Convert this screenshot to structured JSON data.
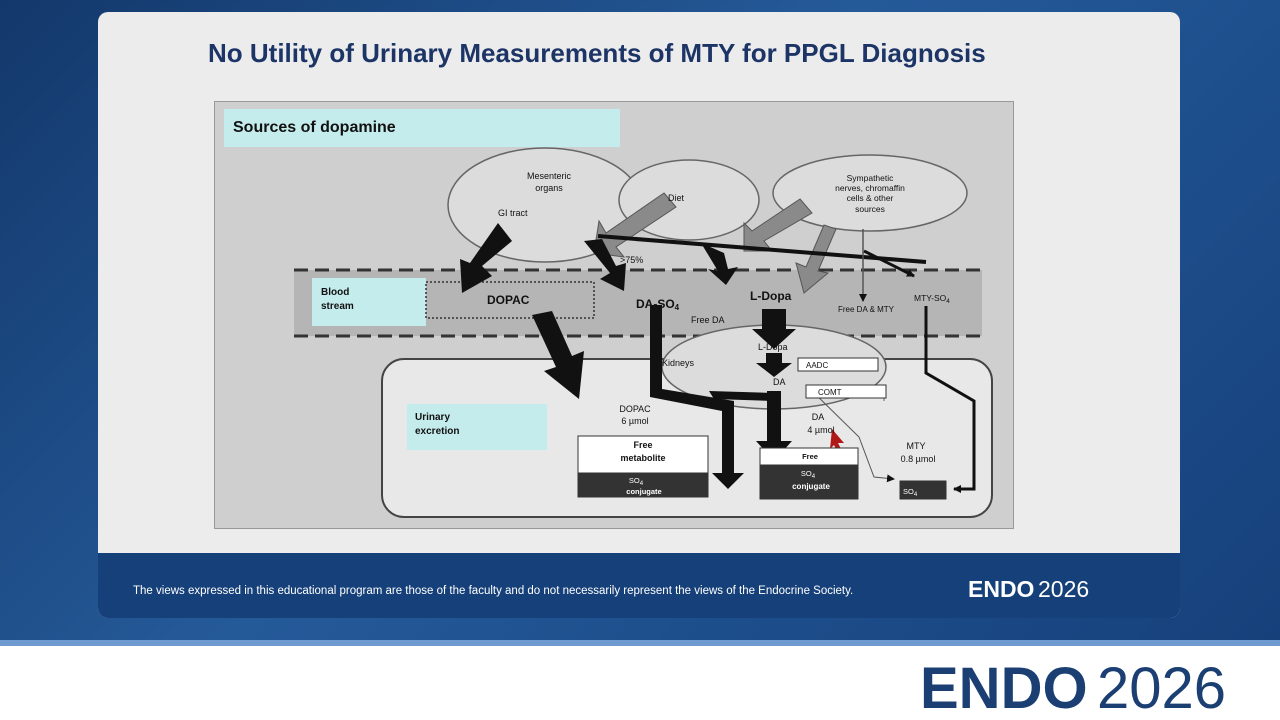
{
  "slide": {
    "title": "No Utility of Urinary Measurements of MTY for PPGL Diagnosis",
    "disclaimer": "The views expressed in this educational program are those of the faculty and do not necessarily represent the views of the Endocrine Society."
  },
  "logo": {
    "brand": "ENDO",
    "year": "2026"
  },
  "diagram": {
    "heading": "Sources of dopamine",
    "mesenteric": [
      "Mesenteric",
      "organs"
    ],
    "gi_tract": "GI tract",
    "diet": "Diet",
    "sympathetic": [
      "Sympathetic",
      "nerves,  chromaffin",
      "cells & other",
      "sources"
    ],
    "gt75": ">75%",
    "blood_stream": [
      "Blood",
      "stream"
    ],
    "dopac": "DOPAC",
    "da_so4": "DA-SO",
    "ldopa": "L-Dopa",
    "free_da_mty": "Free DA & MTY",
    "mty_so4": "MTY-SO",
    "sub4": "4",
    "free_da": "Free DA",
    "kidneys": "Kidneys",
    "kid_ldopa": "L-Dopa",
    "aadc": "AADC",
    "kid_da": "DA",
    "comt": "COMT",
    "urinary": [
      "Urinary",
      "excretion"
    ],
    "dopac_amt": [
      "DOPAC",
      "6 µmol"
    ],
    "da_amt": [
      "DA",
      "4 µmol"
    ],
    "mty_amt": [
      "MTY",
      "0.8 µmol"
    ],
    "free_metabolite": [
      "Free",
      "metabolite"
    ],
    "so4_conj_left": [
      "SO",
      "conjugate"
    ],
    "free": "Free",
    "so4_conj_mid": [
      "SO",
      "conjugate"
    ],
    "so4_right": "SO"
  }
}
